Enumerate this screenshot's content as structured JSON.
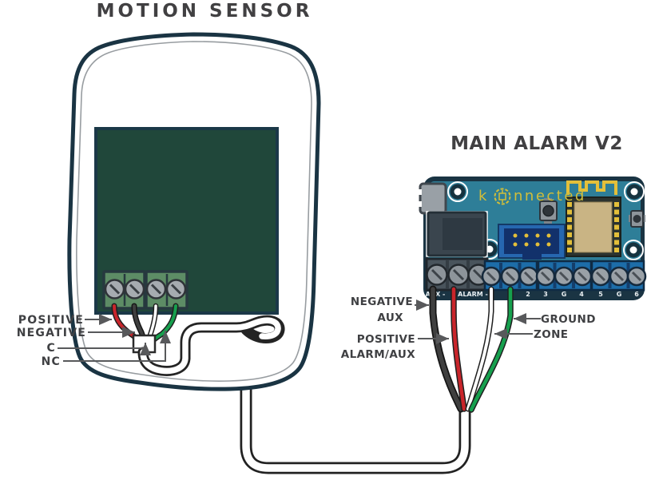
{
  "titles": {
    "sensor": "MOTION SENSOR",
    "board": "MAIN ALARM V2"
  },
  "sensor": {
    "wire_labels": [
      "POSITIVE",
      "NEGATIVE",
      "C",
      "NC"
    ]
  },
  "board": {
    "logo": {
      "prefix": "k",
      "suffix": "nnected"
    },
    "power_terminal_labels": [
      "AUX -",
      "ALARM -"
    ],
    "zone_terminal_labels": [
      "2",
      "3",
      "G",
      "4",
      "5",
      "G",
      "6"
    ],
    "callouts": {
      "negative_line1": "NEGATIVE",
      "negative_line2": "AUX",
      "positive_line1": "POSITIVE",
      "positive_line2": "ALARM/AUX",
      "ground": "GROUND",
      "zone": "ZONE"
    }
  },
  "colors": {
    "outline_navy": "#1a3443",
    "pcb_green": "#20473a",
    "board_teal": "#2e7e98",
    "terminal_blue": "#1d6da9",
    "terminal_green": "#5d8c65",
    "wire_red": "#c9252b",
    "wire_green": "#16a04e",
    "wire_black": "#3f3f3f",
    "accent_yellow": "#e3bf3a",
    "logo_yellow": "#d2be39",
    "label_gray": "#3f4043",
    "leader_gray": "#58595b"
  }
}
